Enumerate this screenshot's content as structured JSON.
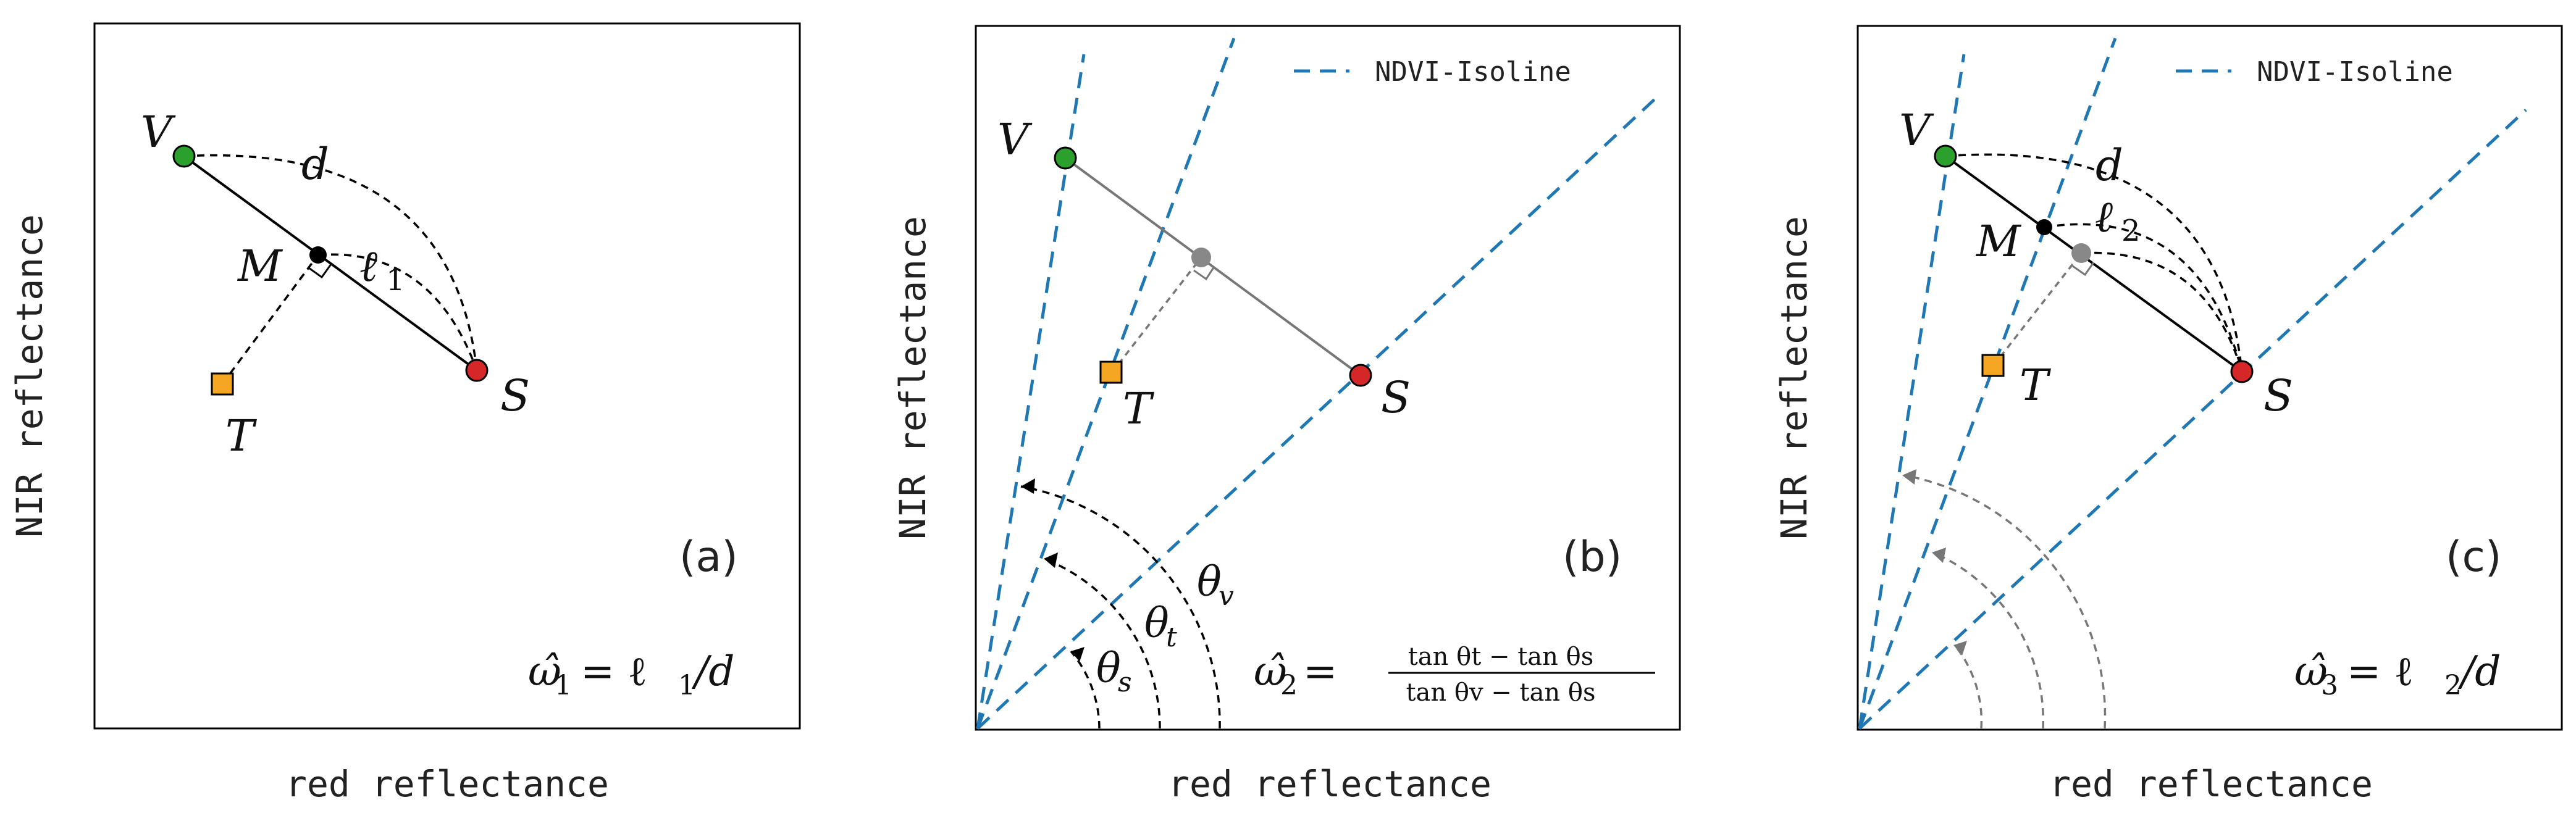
{
  "axes": {
    "xlabel": "red reflectance",
    "ylabel": "NIR reflectance"
  },
  "legend": {
    "label": "NDVI-Isoline"
  },
  "colors": {
    "vegetation_point": "#2ca02c",
    "soil_point": "#d62728",
    "target_point": "#f5a623",
    "isoline": "#1f77b4",
    "projection_gray": "#777777"
  },
  "panels": [
    {
      "tag": "(a)",
      "points": {
        "V": "V",
        "S": "S",
        "T": "T",
        "M": "M"
      },
      "labels": {
        "d": "d",
        "l": "ℓ",
        "l_sub": "1"
      },
      "formula": {
        "lhs": "ω̂",
        "lhs_sub": "1",
        "rhs": "= ℓ",
        "rhs_sub": "1",
        "rhs_tail": "/d"
      }
    },
    {
      "tag": "(b)",
      "points": {
        "V": "V",
        "S": "S",
        "T": "T"
      },
      "angles": {
        "theta_v": "θ",
        "theta_v_sub": "v",
        "theta_t": "θ",
        "theta_t_sub": "t",
        "theta_s": "θ",
        "theta_s_sub": "s"
      },
      "formula": {
        "lhs": "ω̂",
        "lhs_sub": "2",
        "eq": "=",
        "numerator": "tan θt − tan θs",
        "denominator": "tan θv − tan θs"
      }
    },
    {
      "tag": "(c)",
      "points": {
        "V": "V",
        "S": "S",
        "T": "T",
        "M": "M"
      },
      "labels": {
        "d": "d",
        "l": "ℓ",
        "l_sub": "2"
      },
      "formula": {
        "lhs": "ω̂",
        "lhs_sub": "3",
        "rhs": "= ℓ",
        "rhs_sub": "2",
        "rhs_tail": "/d"
      }
    }
  ]
}
